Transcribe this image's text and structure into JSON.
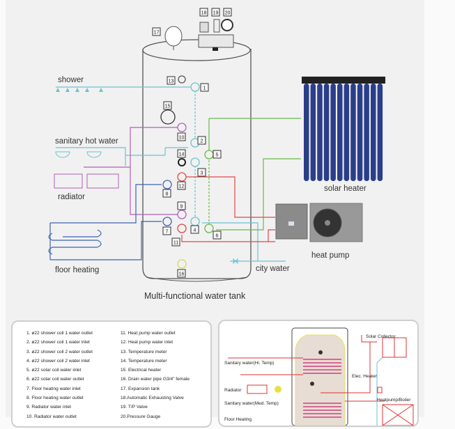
{
  "diagram": {
    "title": "Multi-functional water tank",
    "labels": {
      "shower": "shower",
      "sanitary_hot_water": "sanitary hot water",
      "radiator": "radiator",
      "floor_heating": "floor heating",
      "solar_heater": "solar heater",
      "heat_pump": "heat pump",
      "city_water": "city water"
    },
    "port_numbers": [
      "1",
      "2",
      "3",
      "4",
      "5",
      "6",
      "7",
      "8",
      "9",
      "10",
      "11",
      "12",
      "13",
      "14",
      "15",
      "16",
      "17",
      "18",
      "19",
      "20"
    ],
    "colors": {
      "shower_line": "#6cc3cf",
      "radiator_line": "#b060b8",
      "floor_line": "#3e64b0",
      "solar_line": "#6ab84a",
      "heatpump_line": "#e04848",
      "drain": "#d8d860"
    }
  },
  "legend": {
    "left": [
      "1. ø22 shower coil 1 water outlet",
      "2. ø22 shower coil 1 water inlet",
      "3. ø22 shower coil 2 water outlet",
      "4. ø22 shower coil 2 water inlet",
      "5. ø22 solar coil water inlet",
      "6. ø22  solar coil water outlet",
      "7. Floor heating water inlet",
      "8. Floor heating water outlet",
      "9. Radiator water inlet",
      "10. Radiator water outlet"
    ],
    "right": [
      "11. Heat pump water outlet",
      "12. Heat pump water inlet",
      "13. Temperature meter",
      "14. Temperature meter",
      "15. Electrical heater",
      "16. Drain water pipe G3/4\" female",
      "17. Expansion tank",
      "18.Automatic Exhausting Valve",
      "19. T/P Valve",
      "20.Pressure Gauge"
    ]
  },
  "mini_diagram": {
    "solar_collector": "Solar Collector",
    "sanitary_hi": "Sanitary water(Hi. Temp)",
    "elec_heater": "Elec. Heater",
    "radiator": "Radiator",
    "sanitary_med": "Sanitary water(Med. Temp)",
    "heatpump_boiler": "Heatpump/Boiler",
    "floor_heating": "Floor Heating"
  }
}
